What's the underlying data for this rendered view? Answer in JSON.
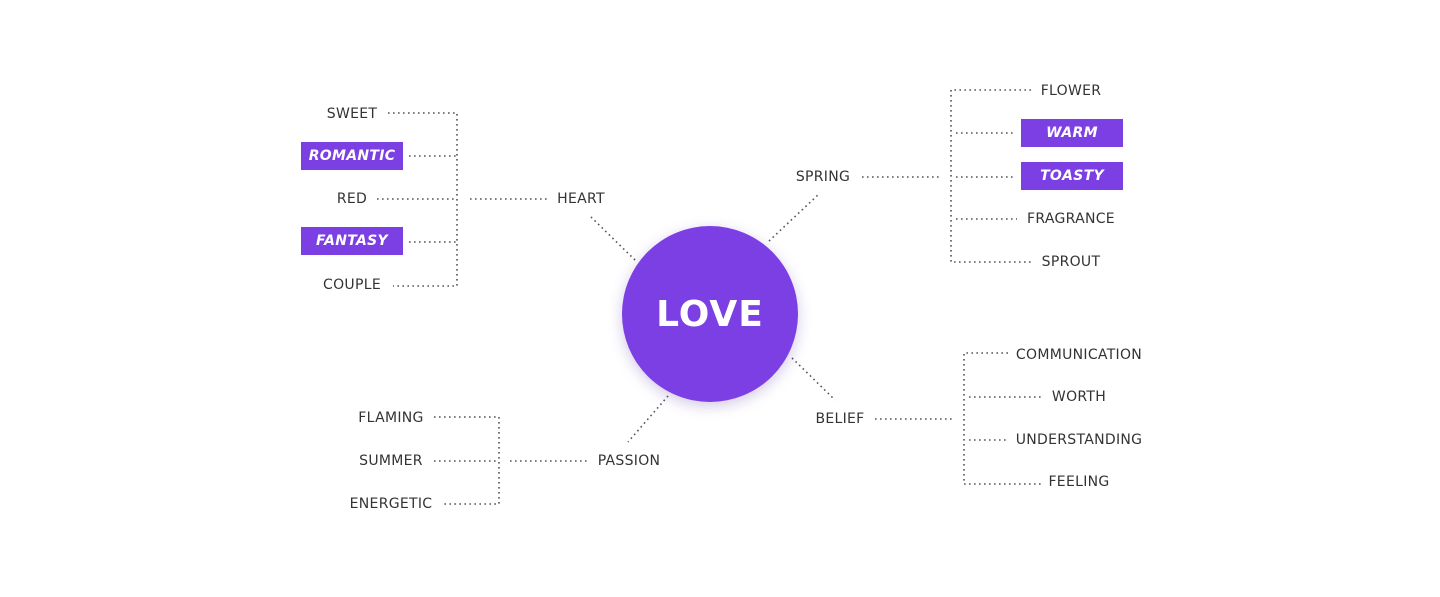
{
  "center": {
    "label": "LOVE"
  },
  "branches": {
    "heart": {
      "label": "HEART",
      "items": [
        "SWEET",
        "ROMANTIC",
        "RED",
        "FANTASY",
        "COUPLE"
      ]
    },
    "spring": {
      "label": "SPRING",
      "items": [
        "FLOWER",
        "WARM",
        "TOASTY",
        "FRAGRANCE",
        "SPROUT"
      ]
    },
    "passion": {
      "label": "PASSION",
      "items": [
        "FLAMING",
        "SUMMER",
        "ENERGETIC"
      ]
    },
    "belief": {
      "label": "BELIEF",
      "items": [
        "COMMUNICATION",
        "WORTH",
        "UNDERSTANDING",
        "FEELING"
      ]
    }
  },
  "colors": {
    "accent": "#7b3fe4",
    "text": "#333333",
    "connector": "#555555"
  }
}
